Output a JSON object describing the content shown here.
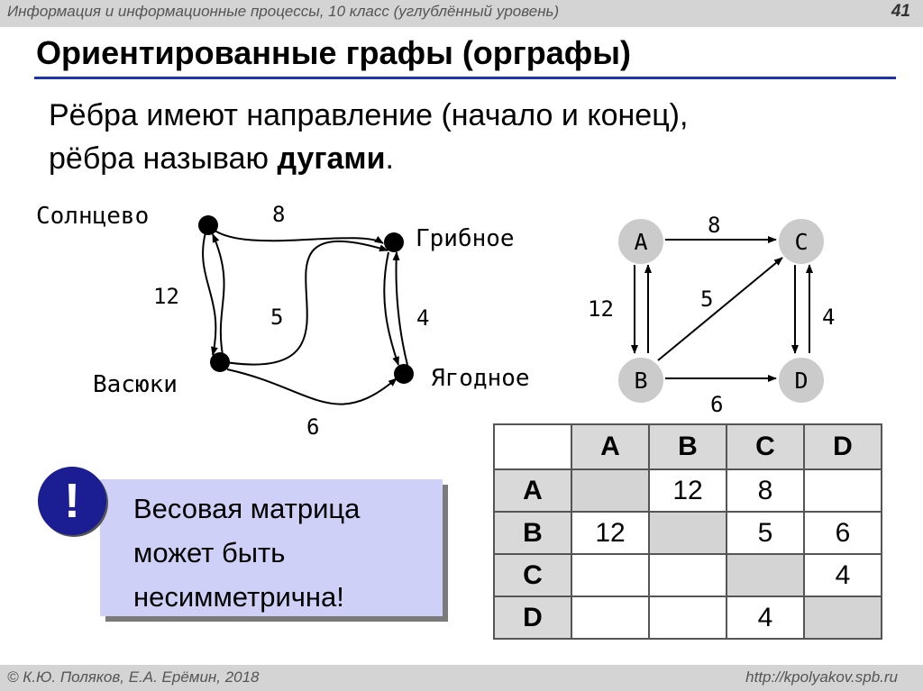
{
  "header": {
    "course": "Информация и информационные процессы, 10 класс (углублённый уровень)",
    "page_number": "41"
  },
  "title": "Ориентированные графы (орграфы)",
  "intro": {
    "line1": "Рёбра имеют направление (начало и конец),",
    "line2_prefix": "рёбра называю ",
    "line2_bold": "дугами",
    "line2_suffix": "."
  },
  "map_graph": {
    "nodes": [
      "Солнцево",
      "Грибное",
      "Васюки",
      "Ягодное"
    ],
    "weights": [
      "8",
      "12",
      "5",
      "4",
      "6"
    ]
  },
  "letter_graph": {
    "nodes": [
      "A",
      "C",
      "B",
      "D"
    ],
    "weights": [
      "8",
      "12",
      "5",
      "4",
      "6"
    ]
  },
  "note": {
    "mark": "!",
    "lines": [
      "Весовая матрица",
      "может быть",
      "несимметрична!"
    ]
  },
  "matrix": {
    "headers": [
      "A",
      "B",
      "C",
      "D"
    ],
    "rows": [
      {
        "label": "A",
        "cells": [
          "",
          "12",
          "8",
          ""
        ]
      },
      {
        "label": "B",
        "cells": [
          "12",
          "",
          "5",
          "6"
        ]
      },
      {
        "label": "C",
        "cells": [
          "",
          "",
          "",
          "4"
        ]
      },
      {
        "label": "D",
        "cells": [
          "",
          "",
          "4",
          ""
        ]
      }
    ]
  },
  "footer": {
    "copyright": "© К.Ю. Поляков, Е.А. Ерёмин, 2018",
    "url": "http://kpolyakov.spb.ru"
  },
  "colors": {
    "title_rule": "#1f33a8",
    "note_bg": "#cfd0f7",
    "note_mark": "#1b1d93",
    "bars": "#d4d4d4"
  }
}
